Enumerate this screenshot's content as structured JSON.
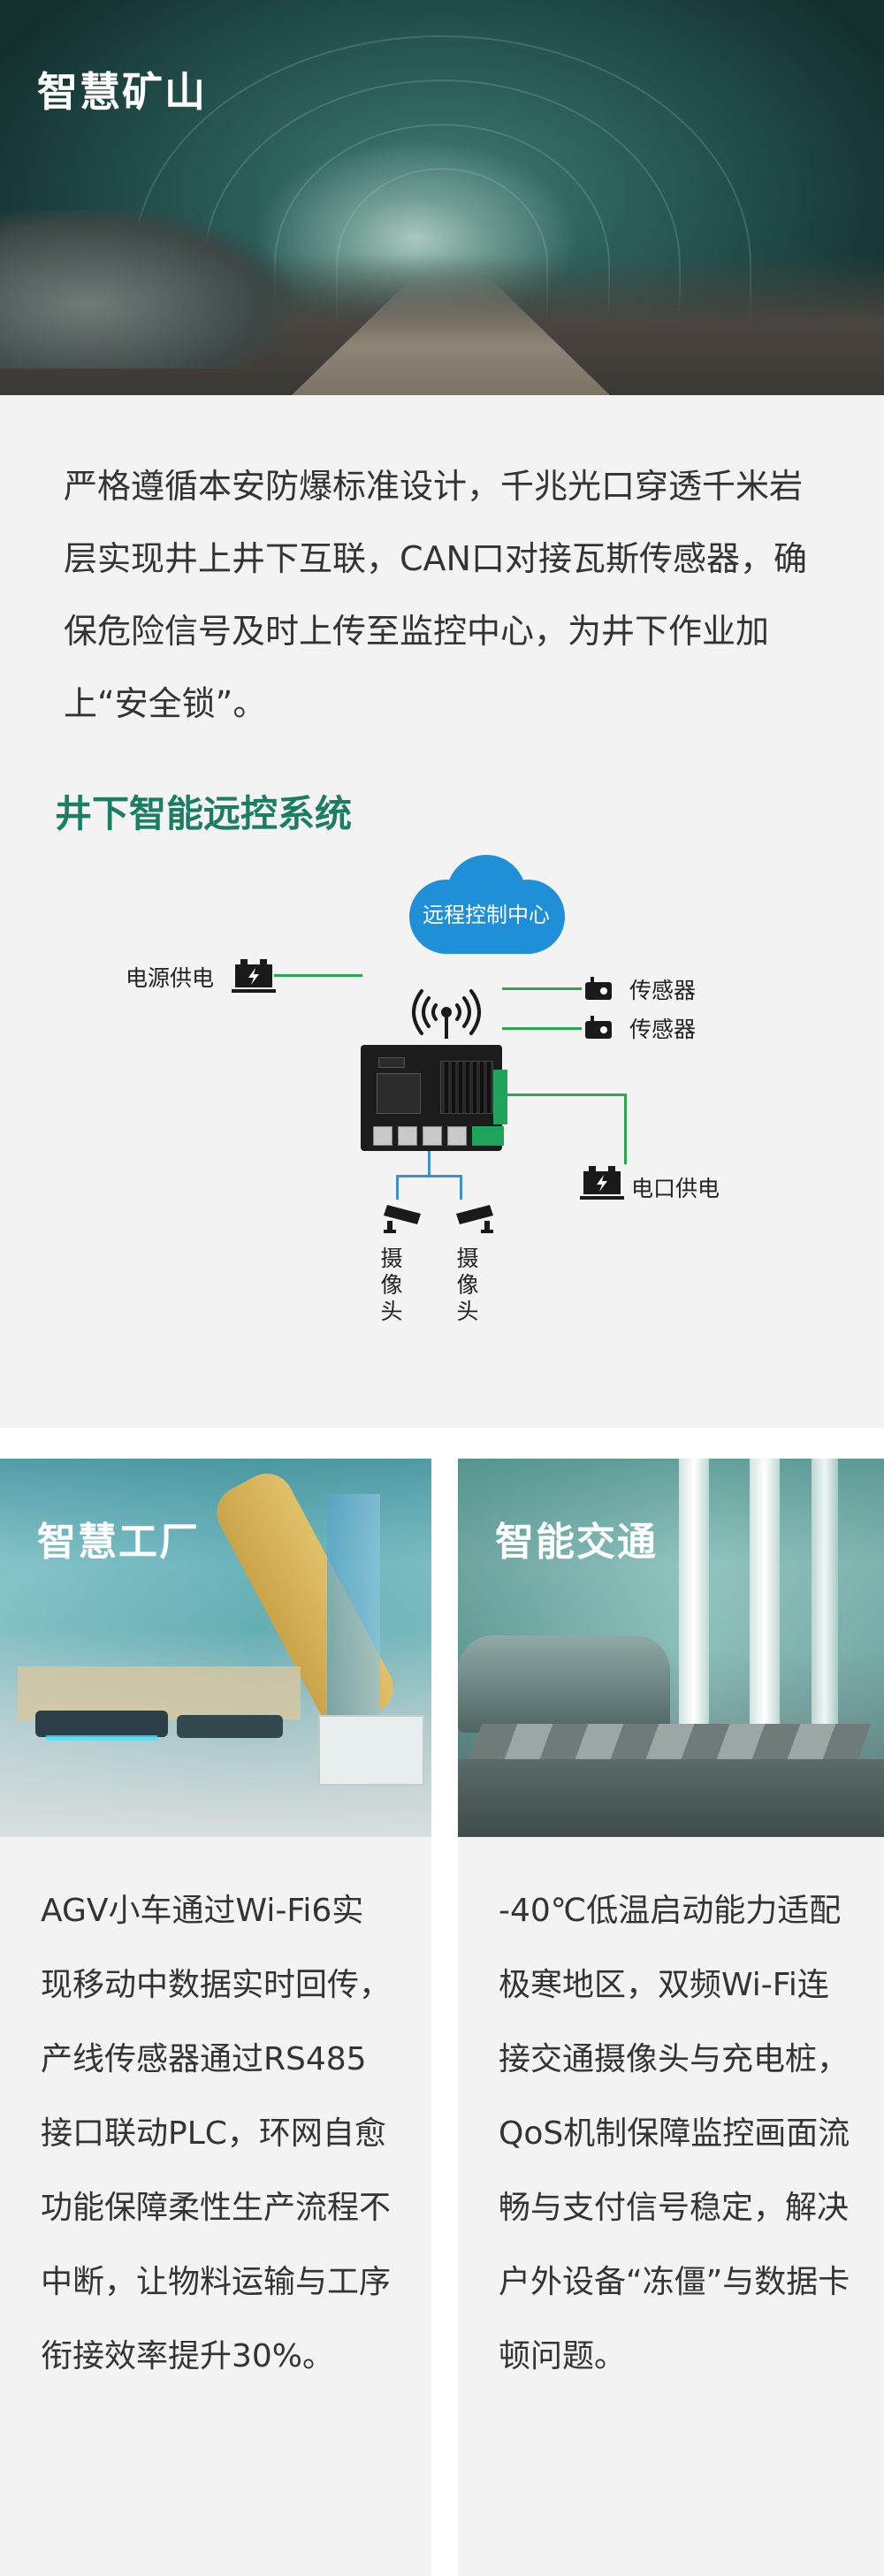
{
  "mining": {
    "title": "智慧矿山",
    "description": "严格遵循本安防爆标准设计，千兆光口穿透千米岩层实现井上井下互联，CAN口对接瓦斯传感器，确保危险信号及时上传至监控中心，为井下作业加上“安全锁”。",
    "subtitle": "井下智能远控系统",
    "diagram": {
      "cloud_label": "远程控制中心",
      "power_label": "电源供电",
      "sensor_label_1": "传感器",
      "sensor_label_2": "传感器",
      "port_power_label": "电口供电",
      "camera_label_1": [
        "摄",
        "像",
        "头"
      ],
      "camera_label_2": [
        "摄",
        "像",
        "头"
      ]
    }
  },
  "factory": {
    "title": "智慧工厂",
    "description": "AGV小车通过Wi-Fi6实现移动中数据实时回传，产线传感器通过RS485接口联动PLC，环网自愈功能保障柔性生产流程不中断，让物料运输与工序衔接效率提升30%。"
  },
  "traffic": {
    "title": "智能交通",
    "description": "-40℃低温启动能力适配极寒地区，双频Wi-Fi连接交通摄像头与充电桩，QoS机制保障监控画面流畅与支付信号稳定，解决户外设备“冻僵”与数据卡顿问题。"
  },
  "colors": {
    "accent_green": "#1d7d64",
    "wire_green": "#2aa650",
    "wire_blue": "#3d8fd0",
    "cloud_blue": "#1f8fd8"
  },
  "icons": [
    "wifi-icon",
    "cloud-icon",
    "battery-icon",
    "sensor-icon",
    "camera-icon"
  ]
}
